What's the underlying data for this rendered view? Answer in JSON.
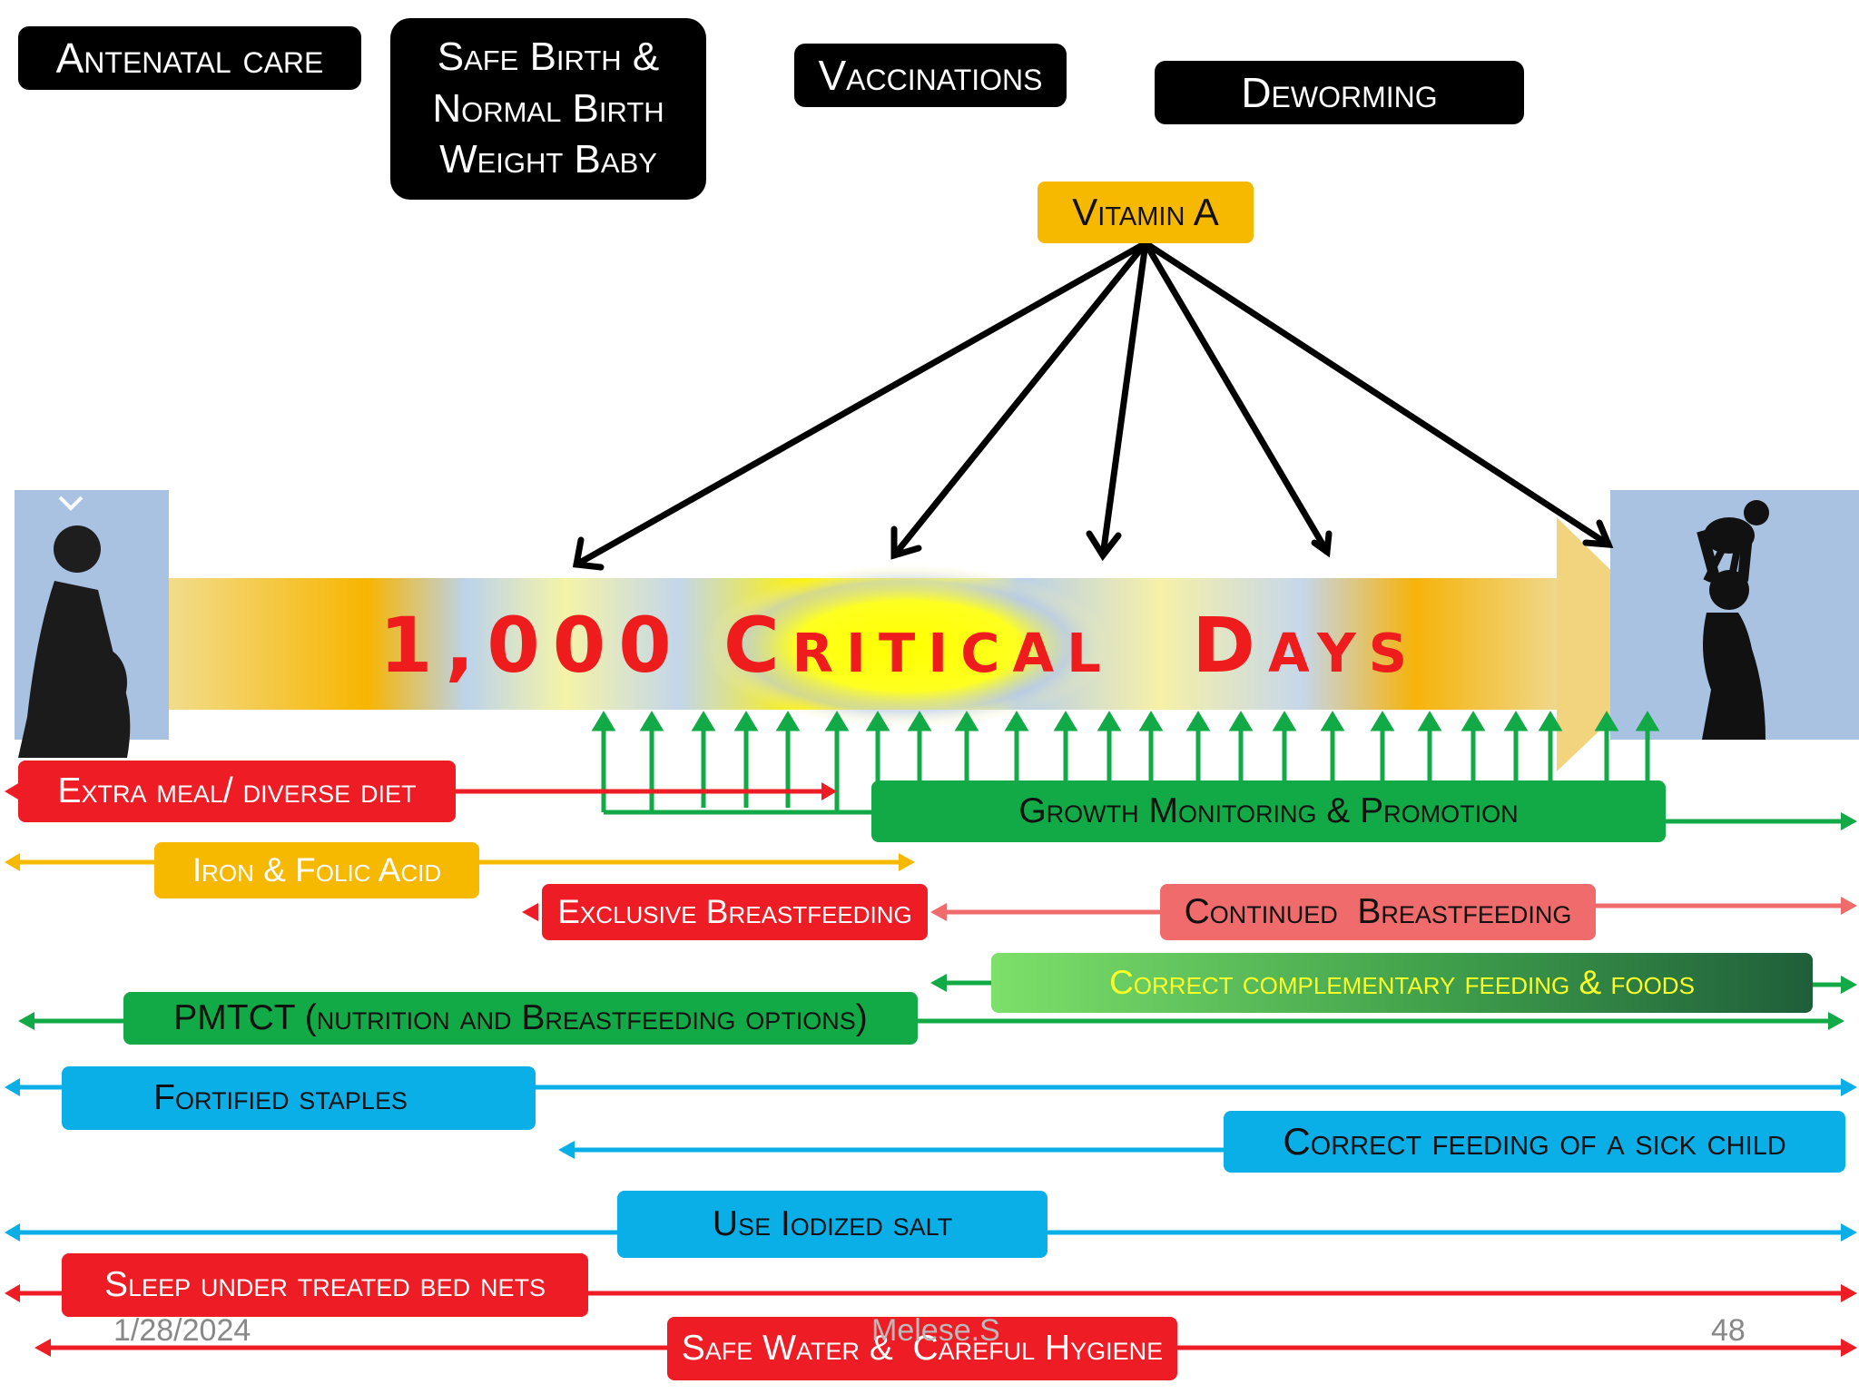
{
  "top_boxes": {
    "antenatal": "Antenatal care",
    "safe_birth": [
      "Safe Birth &",
      "Normal Birth",
      "Weight Baby"
    ],
    "vaccinations": "Vaccinations",
    "deworming": "Deworming",
    "vitamin_a": "Vitamin A"
  },
  "center_title": "1,000 Critical  Days",
  "interventions": {
    "extra_meal": "Extra meal/ diverse diet",
    "growth": "Growth Monitoring & Promotion",
    "iron": "Iron & Folic Acid",
    "exclusive_bf": "Exclusive Breastfeeding",
    "continued_bf": "Continued  Breastfeeding",
    "complementary": "Correct complementary feeding & foods",
    "pmtct": "PMTCT (nutrition and Breastfeeding options)",
    "fortified": "Fortified staples",
    "sick_child": "Correct feeding of a sick child",
    "iodized": "Use Iodized salt",
    "bed_nets": "Sleep under treated bed nets",
    "water": "Safe Water &  Careful Hygiene"
  },
  "footer": {
    "date": "1/28/2024",
    "author": "Melese.S",
    "page": "48"
  },
  "colors": {
    "red": "#ee1c24",
    "green": "#12a947",
    "gold": "#f7b800",
    "pink": "#f06b6b",
    "blue": "#0aafe8",
    "title": "#ee1c1c"
  },
  "images": {
    "left": "pregnant-woman-silhouette",
    "right": "mother-lifting-baby-silhouette"
  }
}
